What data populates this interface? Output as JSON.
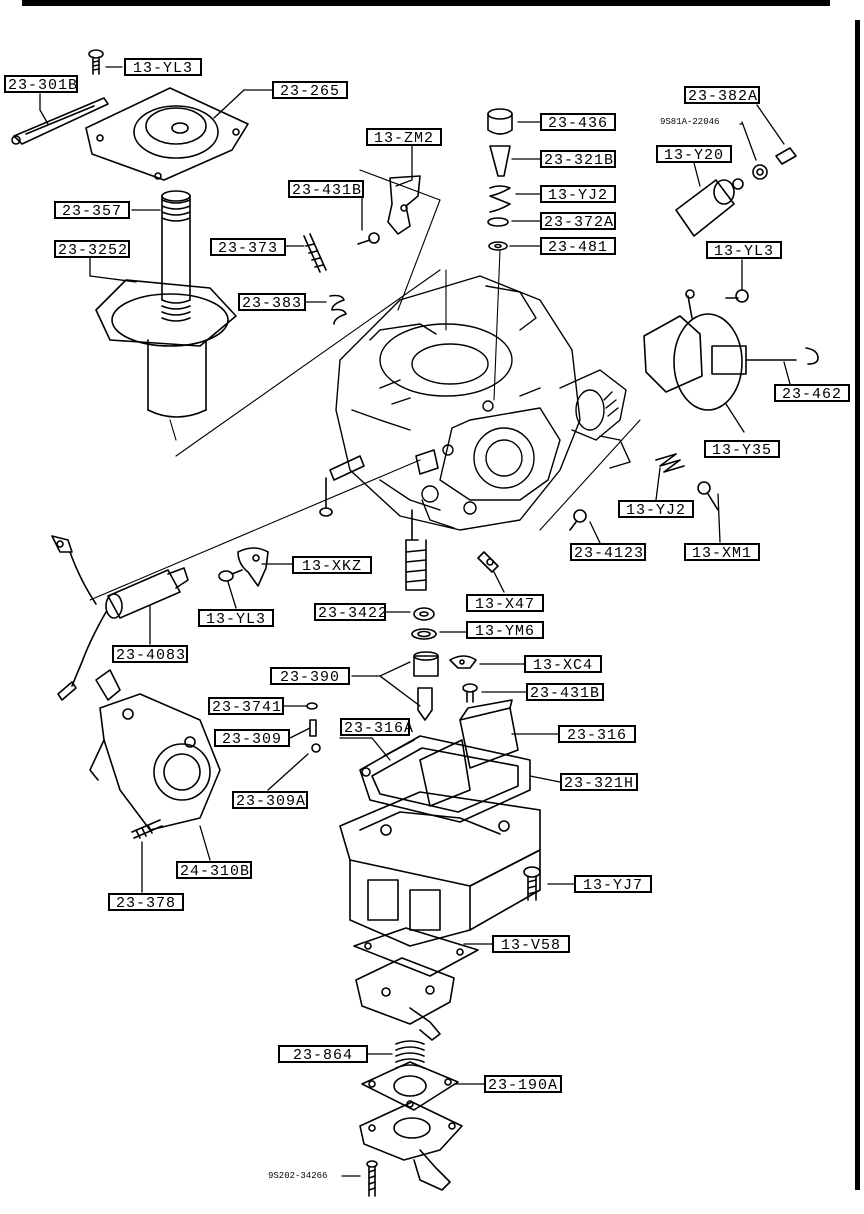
{
  "labels": {
    "l_13_YL3_a": "13-YL3",
    "l_23_301B": "23-301B",
    "l_23_265": "23-265",
    "l_23_357": "23-357",
    "l_23_3252": "23-3252",
    "l_13_ZM2": "13-ZM2",
    "l_23_431B_a": "23-431B",
    "l_23_373": "23-373",
    "l_23_383": "23-383",
    "l_23_436": "23-436",
    "l_23_321B": "23-321B",
    "l_13_YJ2_a": "13-YJ2",
    "l_23_372A": "23-372A",
    "l_23_481": "23-481",
    "l_23_382A": "23-382A",
    "l_13_Y20": "13-Y20",
    "l_13_YL3_b": "13-YL3",
    "l_23_462": "23-462",
    "l_13_Y35": "13-Y35",
    "l_13_YJ2_b": "13-YJ2",
    "l_13_XM1": "13-XM1",
    "l_23_4123": "23-4123",
    "l_13_XKZ": "13-XKZ",
    "l_13_YL3_c": "13-YL3",
    "l_23_4083": "23-4083",
    "l_13_X47": "13-X47",
    "l_23_3422": "23-3422",
    "l_13_YM6": "13-YM6",
    "l_23_390": "23-390",
    "l_13_XC4": "13-XC4",
    "l_23_431B_b": "23-431B",
    "l_23_3741": "23-3741",
    "l_23_316A": "23-316A",
    "l_23_316": "23-316",
    "l_23_309": "23-309",
    "l_23_321H": "23-321H",
    "l_23_309A": "23-309A",
    "l_24_310B": "24-310B",
    "l_13_YJ7": "13-YJ7",
    "l_23_378": "23-378",
    "l_13_V58": "13-V58",
    "l_23_864": "23-864",
    "l_23_190A": "23-190A"
  },
  "notes": {
    "n_9S81A": "9S81A-22046",
    "n_9S202": "9S202-34266"
  }
}
